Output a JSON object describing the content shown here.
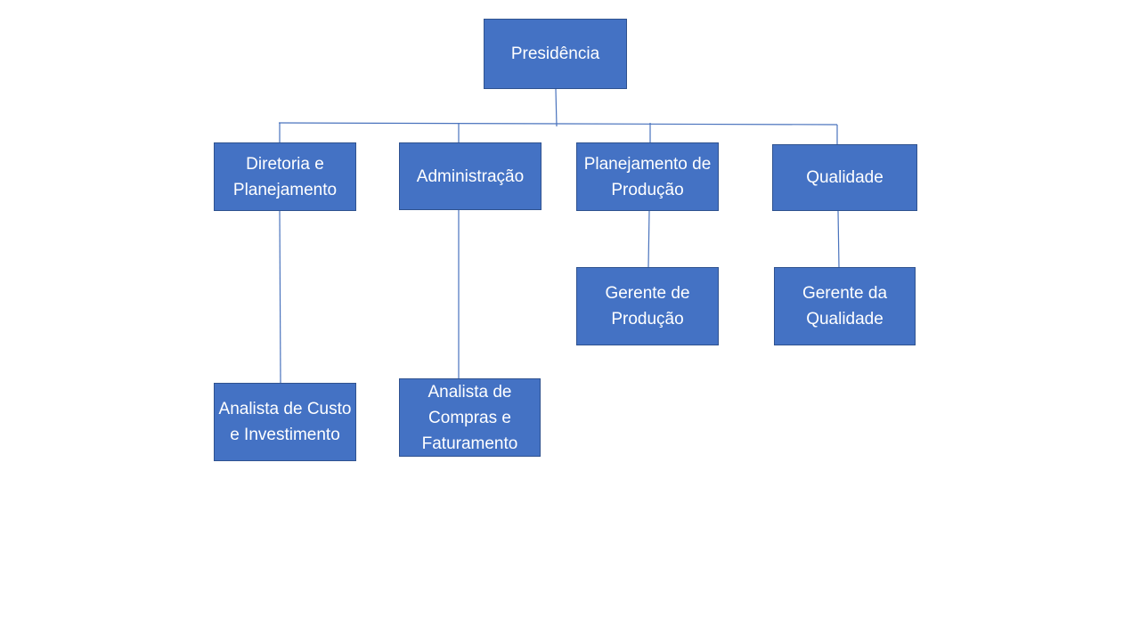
{
  "org_chart": {
    "presidencia": {
      "label": "Presidência"
    },
    "diretoria": {
      "label": "Diretoria e Planejamento"
    },
    "administracao": {
      "label": "Administração"
    },
    "planejamento_producao": {
      "label": "Planejamento de Produção"
    },
    "qualidade": {
      "label": "Qualidade"
    },
    "gerente_producao": {
      "label": "Gerente de Produção"
    },
    "gerente_qualidade": {
      "label": "Gerente da Qualidade"
    },
    "analista_custo": {
      "label": "Analista de Custo e Investimento"
    },
    "analista_compras": {
      "label": "Analista de Compras e Faturamento"
    }
  },
  "colors": {
    "box_fill": "#4472c4",
    "box_border": "#2f528f",
    "connector": "#4a73bd",
    "text": "#ffffff"
  }
}
